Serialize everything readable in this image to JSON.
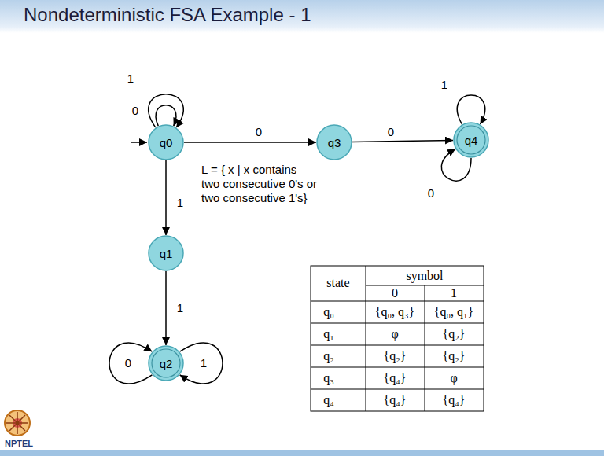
{
  "diagram": {
    "title": "Nondeterministic FSA Example - 1",
    "nodes": [
      {
        "text": [
          "q0"
        ]
      },
      {
        "text": [
          "q3"
        ]
      },
      {
        "text": [
          "q4"
        ]
      },
      {
        "text": [
          "q1"
        ]
      },
      {
        "text": [
          "q2"
        ]
      }
    ],
    "edges": [
      {
        "from": 0,
        "to": 0,
        "label": "1",
        "arrow": "to"
      },
      {
        "from": 0,
        "to": 0,
        "label": "0",
        "arrow": "to"
      },
      {
        "from": 0,
        "to": 1,
        "label": "0",
        "arrow": "to"
      },
      {
        "from": 1,
        "to": 2,
        "label": "0",
        "arrow": "to"
      },
      {
        "from": 2,
        "to": 2,
        "label": "1",
        "arrow": "to"
      },
      {
        "from": 2,
        "to": 2,
        "label": "0",
        "arrow": "to"
      },
      {
        "from": 0,
        "to": 3,
        "label": "1",
        "arrow": "to"
      },
      {
        "from": 3,
        "to": 4,
        "label": "1",
        "arrow": "to"
      },
      {
        "from": 4,
        "to": 4,
        "label": "0",
        "arrow": "to"
      },
      {
        "from": 4,
        "to": 4,
        "label": "1",
        "arrow": "to"
      }
    ],
    "labels": [
      "L = { x | x contains two consecutive 0's or two consecutive 1's}",
      "state",
      "symbol",
      "0",
      "1",
      "q₀",
      "{q₀, q₃}",
      "{q₀, q₁}",
      "q₁",
      "φ",
      "{q₂}",
      "q₂",
      "{q₂}",
      "{q₂}",
      "q₃",
      "{q₄}",
      "φ",
      "q₄",
      "{q₄}",
      "{q₄}",
      "NPTEL"
    ]
  }
}
